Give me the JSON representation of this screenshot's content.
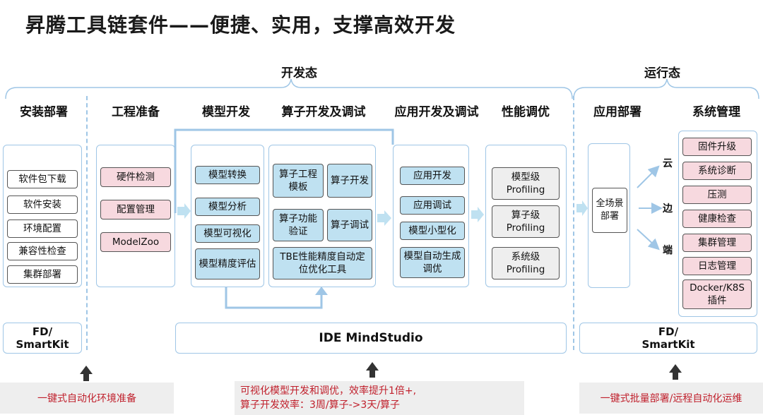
{
  "title": "昇腾工具链套件——便捷、实用，支撑高效开发",
  "phases": {
    "dev": "开发态",
    "run": "运行态"
  },
  "columns": {
    "install": "安装部署",
    "project": "工程准备",
    "model": "模型开发",
    "operator": "算子开发及调试",
    "app": "应用开发及调试",
    "perf": "性能调优",
    "deploy": "应用部署",
    "sysmgmt": "系统管理"
  },
  "install_items": [
    "软件包下载",
    "软件安装",
    "环境配置",
    "兼容性检查",
    "集群部署"
  ],
  "project_items": [
    "硬件检测",
    "配置管理",
    "ModelZoo"
  ],
  "model_items": [
    "模型转换",
    "模型分析",
    "模型可视化",
    "模型精度评估"
  ],
  "operator_items": [
    "算子工程模板",
    "算子开发",
    "算子功能验证",
    "算子调试",
    "TBE性能精度自动定位优化工具"
  ],
  "app_items": [
    "应用开发",
    "应用调试",
    "模型小型化",
    "模型自动生成调优"
  ],
  "perf_items": [
    "模型级Profiling",
    "算子级Profiling",
    "系统级Profiling"
  ],
  "deploy_item": "全场景部署",
  "edge_labels": [
    "云",
    "边",
    "端"
  ],
  "sysmgmt_items": [
    "固件升级",
    "系统诊断",
    "压测",
    "健康检查",
    "集群管理",
    "日志管理",
    "Docker/K8S插件"
  ],
  "bottom_tools": {
    "left": "FD/\nSmartKit",
    "center": "IDE MindStudio",
    "right": "FD/\nSmartKit"
  },
  "notes": {
    "left": "一键式自动化环境准备",
    "center_line1": "可视化模型开发和调优，效率提升1倍+,",
    "center_line2": "算子开发效率：3周/算子->3天/算子",
    "right": "一键式批量部署/远程自动化运维"
  },
  "colors": {
    "pink": "#f7d9df",
    "blue": "#bfe1f1",
    "gray": "#eeeeee",
    "accent_red": "#c0202c",
    "line_blue": "#9fc6e6"
  }
}
